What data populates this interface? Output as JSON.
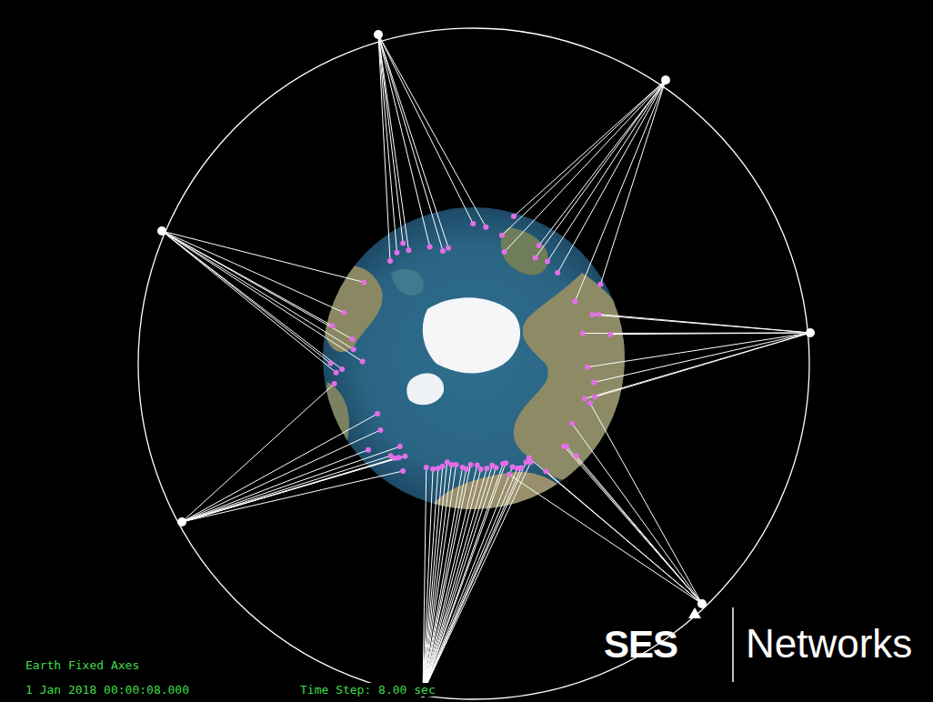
{
  "diagram": {
    "labels": [
      "Earth Fixed Axes",
      "1 Jan 2018 00:00:08.000",
      "Time Step: 8.00 sec",
      "SES",
      "Networks"
    ]
  }
}
